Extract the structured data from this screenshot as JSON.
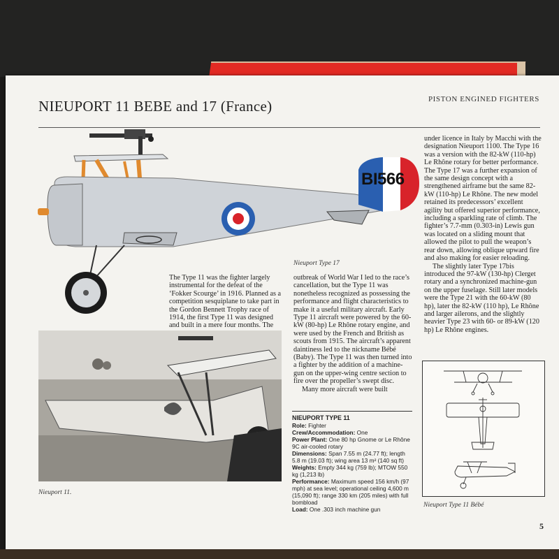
{
  "page": {
    "title": "NIEUPORT 11 BEBE and 17 (France)",
    "section": "PISTON ENGINED FIGHTERS",
    "page_number": "5"
  },
  "profile": {
    "serial": "BI566",
    "caption": "Nieuport Type 17"
  },
  "photo": {
    "caption": "Nieuport 11."
  },
  "threeview": {
    "caption": "Nieuport Type 11 Bébé"
  },
  "text": {
    "col1": "The Type 11 was the fighter largely instrumental for the defeat of the ‘Fokker Scourge’ in 1916. Planned as a competition sesquiplane to take part in the Gordon Bennett Trophy race of 1914, the first Type 11 was designed and built in a mere four months. The",
    "col2a": "outbreak of World War I led to the race’s cancellation, but the Type 11 was nonetheless recognized as possessing the performance and flight characteristics to make it a useful military aircraft. Early Type 11 aircraft were powered by the 60-kW (80-hp) Le Rhône rotary engine, and were used by the French and British as scouts from 1915. The aircraft’s apparent daintiness led to the nickname Bébé (Baby). The Type 11 was then turned into a fighter by the addition of a machine-gun on the upper-wing centre section to fire over the propeller’s swept disc.",
    "col2b": "Many more aircraft were built",
    "col3a": "under licence in Italy by Macchi with the designation Nieuport 1100. The Type 16 was a version with the 82-kW (110-hp) Le Rhône rotary for better performance. The Type 17 was a further expansion of the same design concept with a strengthened airframe but the same 82-kW (110-hp) Le Rhône. The new model retained its predecessors’ excellent agility but offered superior performance, including a sparkling rate of climb. The fighter’s 7.7-mm (0.303-in) Lewis gun was located on a sliding mount that allowed the pilot to pull the weapon’s rear down, allowing oblique upward fire and also making for easier reloading.",
    "col3b": "The slightly later Type 17bis introduced the 97-kW (130-hp) Clerget rotary and a synchronized machine-gun on the upper fuselage. Still later models were the Type 21 with the 60-kW (80 hp), later the 82-kW (110 hp), Le Rhône and larger ailerons, and the slightly heavier Type 23 with 60- or 89-kW (120 hp) Le Rhône engines."
  },
  "spec": {
    "heading": "NIEUPORT TYPE 11",
    "rows": [
      {
        "label": "Role:",
        "value": "Fighter"
      },
      {
        "label": "Crew/Accommodation:",
        "value": "One"
      },
      {
        "label": "Power Plant:",
        "value": "One 80 hp Gnome or Le Rhône 9C air-cooled rotary"
      },
      {
        "label": "Dimensions:",
        "value": "Span 7.55 m (24.77 ft); length 5.8 m (19.03 ft); wing area 13 m² (140 sq ft)"
      },
      {
        "label": "Weights:",
        "value": "Empty 344 kg (759 lb); MTOW 550 kg (1,213 lb)"
      },
      {
        "label": "Performance:",
        "value": "Maximum speed 156 km/h (97 mph) at sea level; operational ceiling 4,600 m (15,090 ft); range 330 km (205 miles) with full bombload"
      },
      {
        "label": "Load:",
        "value": "One .303 inch machine gun"
      }
    ]
  },
  "colors": {
    "page": "#f4f3ef",
    "fuselage": "#cfd3d8",
    "strut": "#e08a2e",
    "roundel_blue": "#2a5fb0",
    "roundel_red": "#d8232a",
    "book_red": "#e22a23"
  }
}
